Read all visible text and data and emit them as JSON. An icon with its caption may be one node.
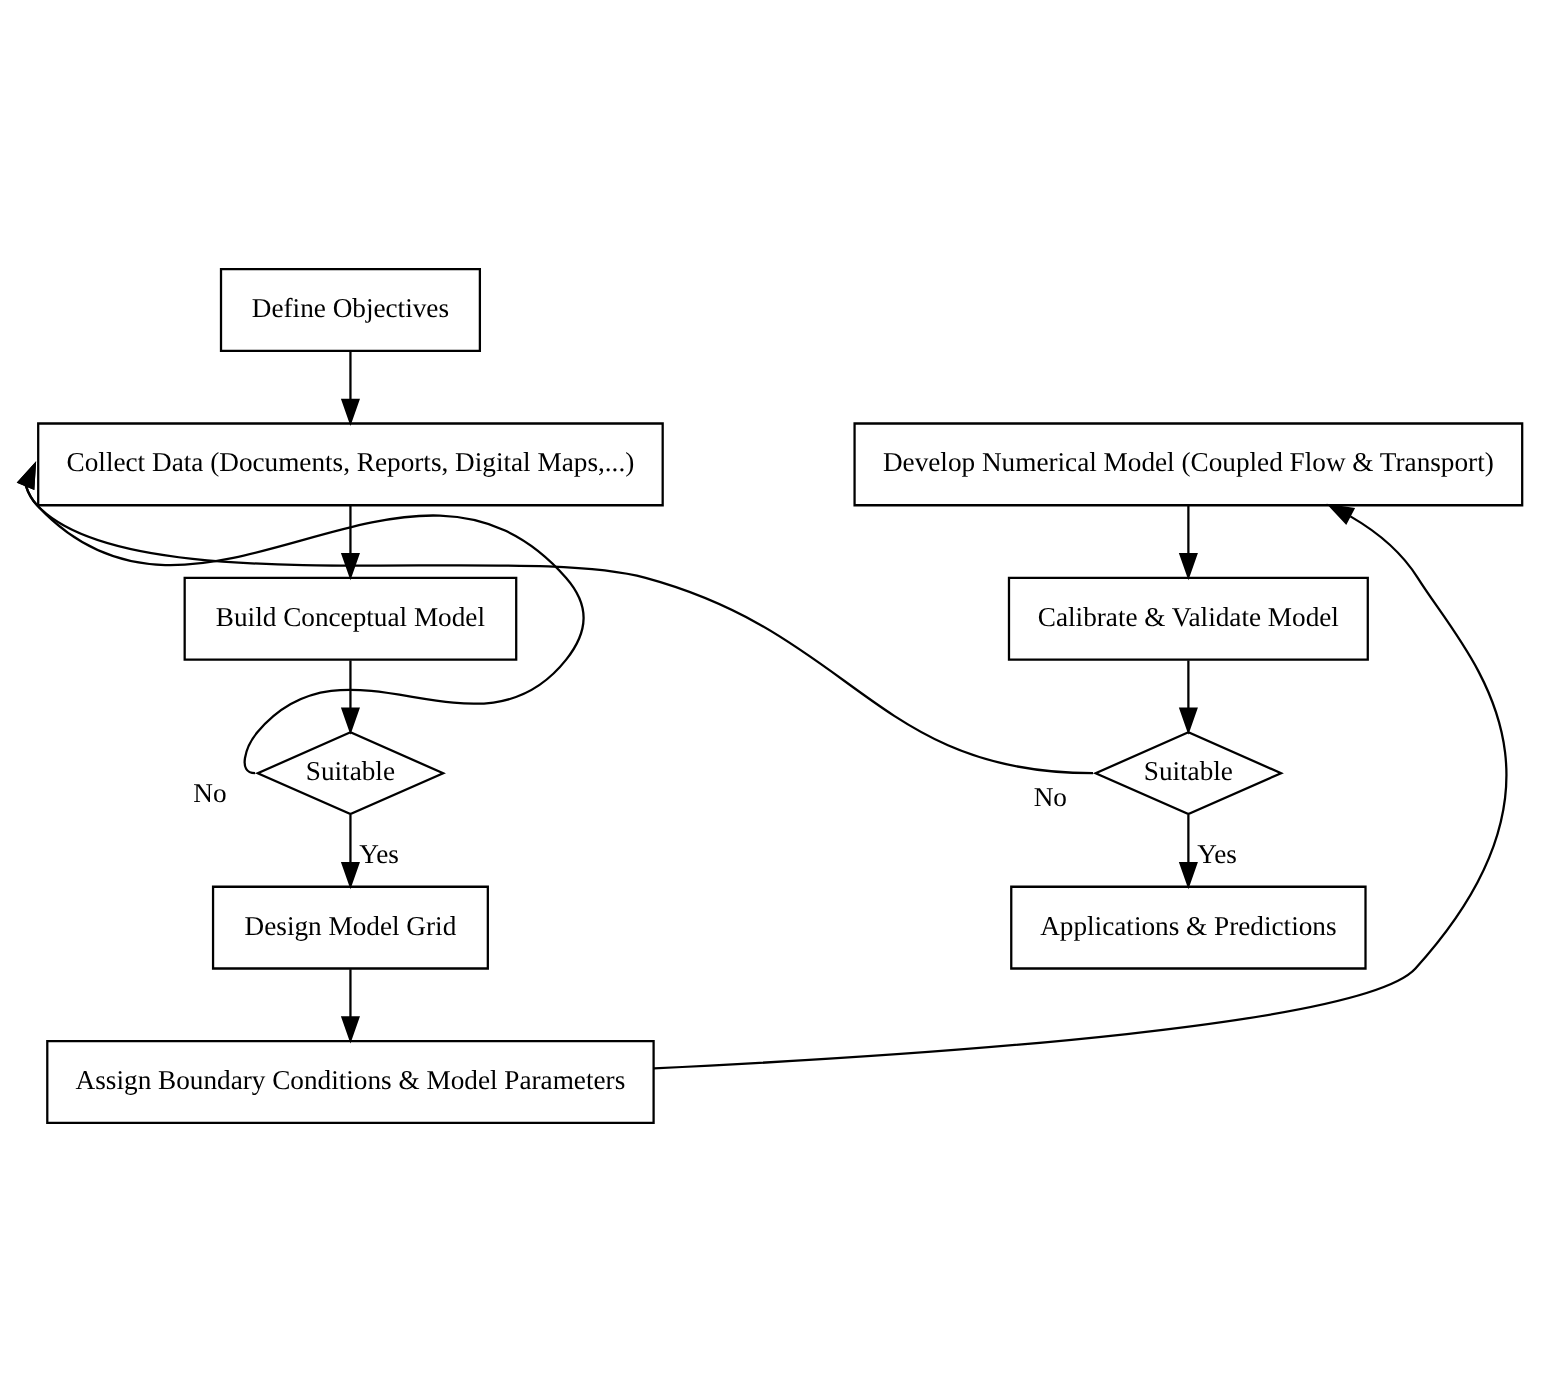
{
  "diagram": {
    "nodes": [
      {
        "text": [
          "Define Objectives"
        ]
      },
      {
        "text": [
          "Collect Data (Documents, Reports, Digital Maps,...)"
        ]
      },
      {
        "text": [
          "Build Conceptual Model"
        ]
      },
      {
        "text": [
          "Suitable"
        ]
      },
      {
        "text": [
          "Design Model Grid"
        ]
      },
      {
        "text": [
          "Assign Boundary Conditions & Model Parameters"
        ]
      },
      {
        "text": [
          "Develop Numerical Model (Coupled Flow & Transport)"
        ]
      },
      {
        "text": [
          "Calibrate & Validate Model"
        ]
      },
      {
        "text": [
          "Suitable"
        ]
      },
      {
        "text": [
          "Applications & Predictions"
        ]
      }
    ],
    "edges": [
      {
        "from": 0,
        "to": 1,
        "arrow": "to"
      },
      {
        "from": 1,
        "to": 2,
        "arrow": "to"
      },
      {
        "from": 2,
        "to": 3,
        "arrow": "to"
      },
      {
        "from": 3,
        "to": 1,
        "arrow": "to",
        "label": "No"
      },
      {
        "from": 3,
        "to": 4,
        "arrow": "to",
        "label": "Yes"
      },
      {
        "from": 4,
        "to": 5,
        "arrow": "to"
      },
      {
        "from": 5,
        "to": 6,
        "arrow": "to"
      },
      {
        "from": 6,
        "to": 7,
        "arrow": "to"
      },
      {
        "from": 7,
        "to": 8,
        "arrow": "to"
      },
      {
        "from": 8,
        "to": 1,
        "arrow": "to",
        "label": "No"
      },
      {
        "from": 8,
        "to": 9,
        "arrow": "to",
        "label": "Yes"
      }
    ]
  }
}
